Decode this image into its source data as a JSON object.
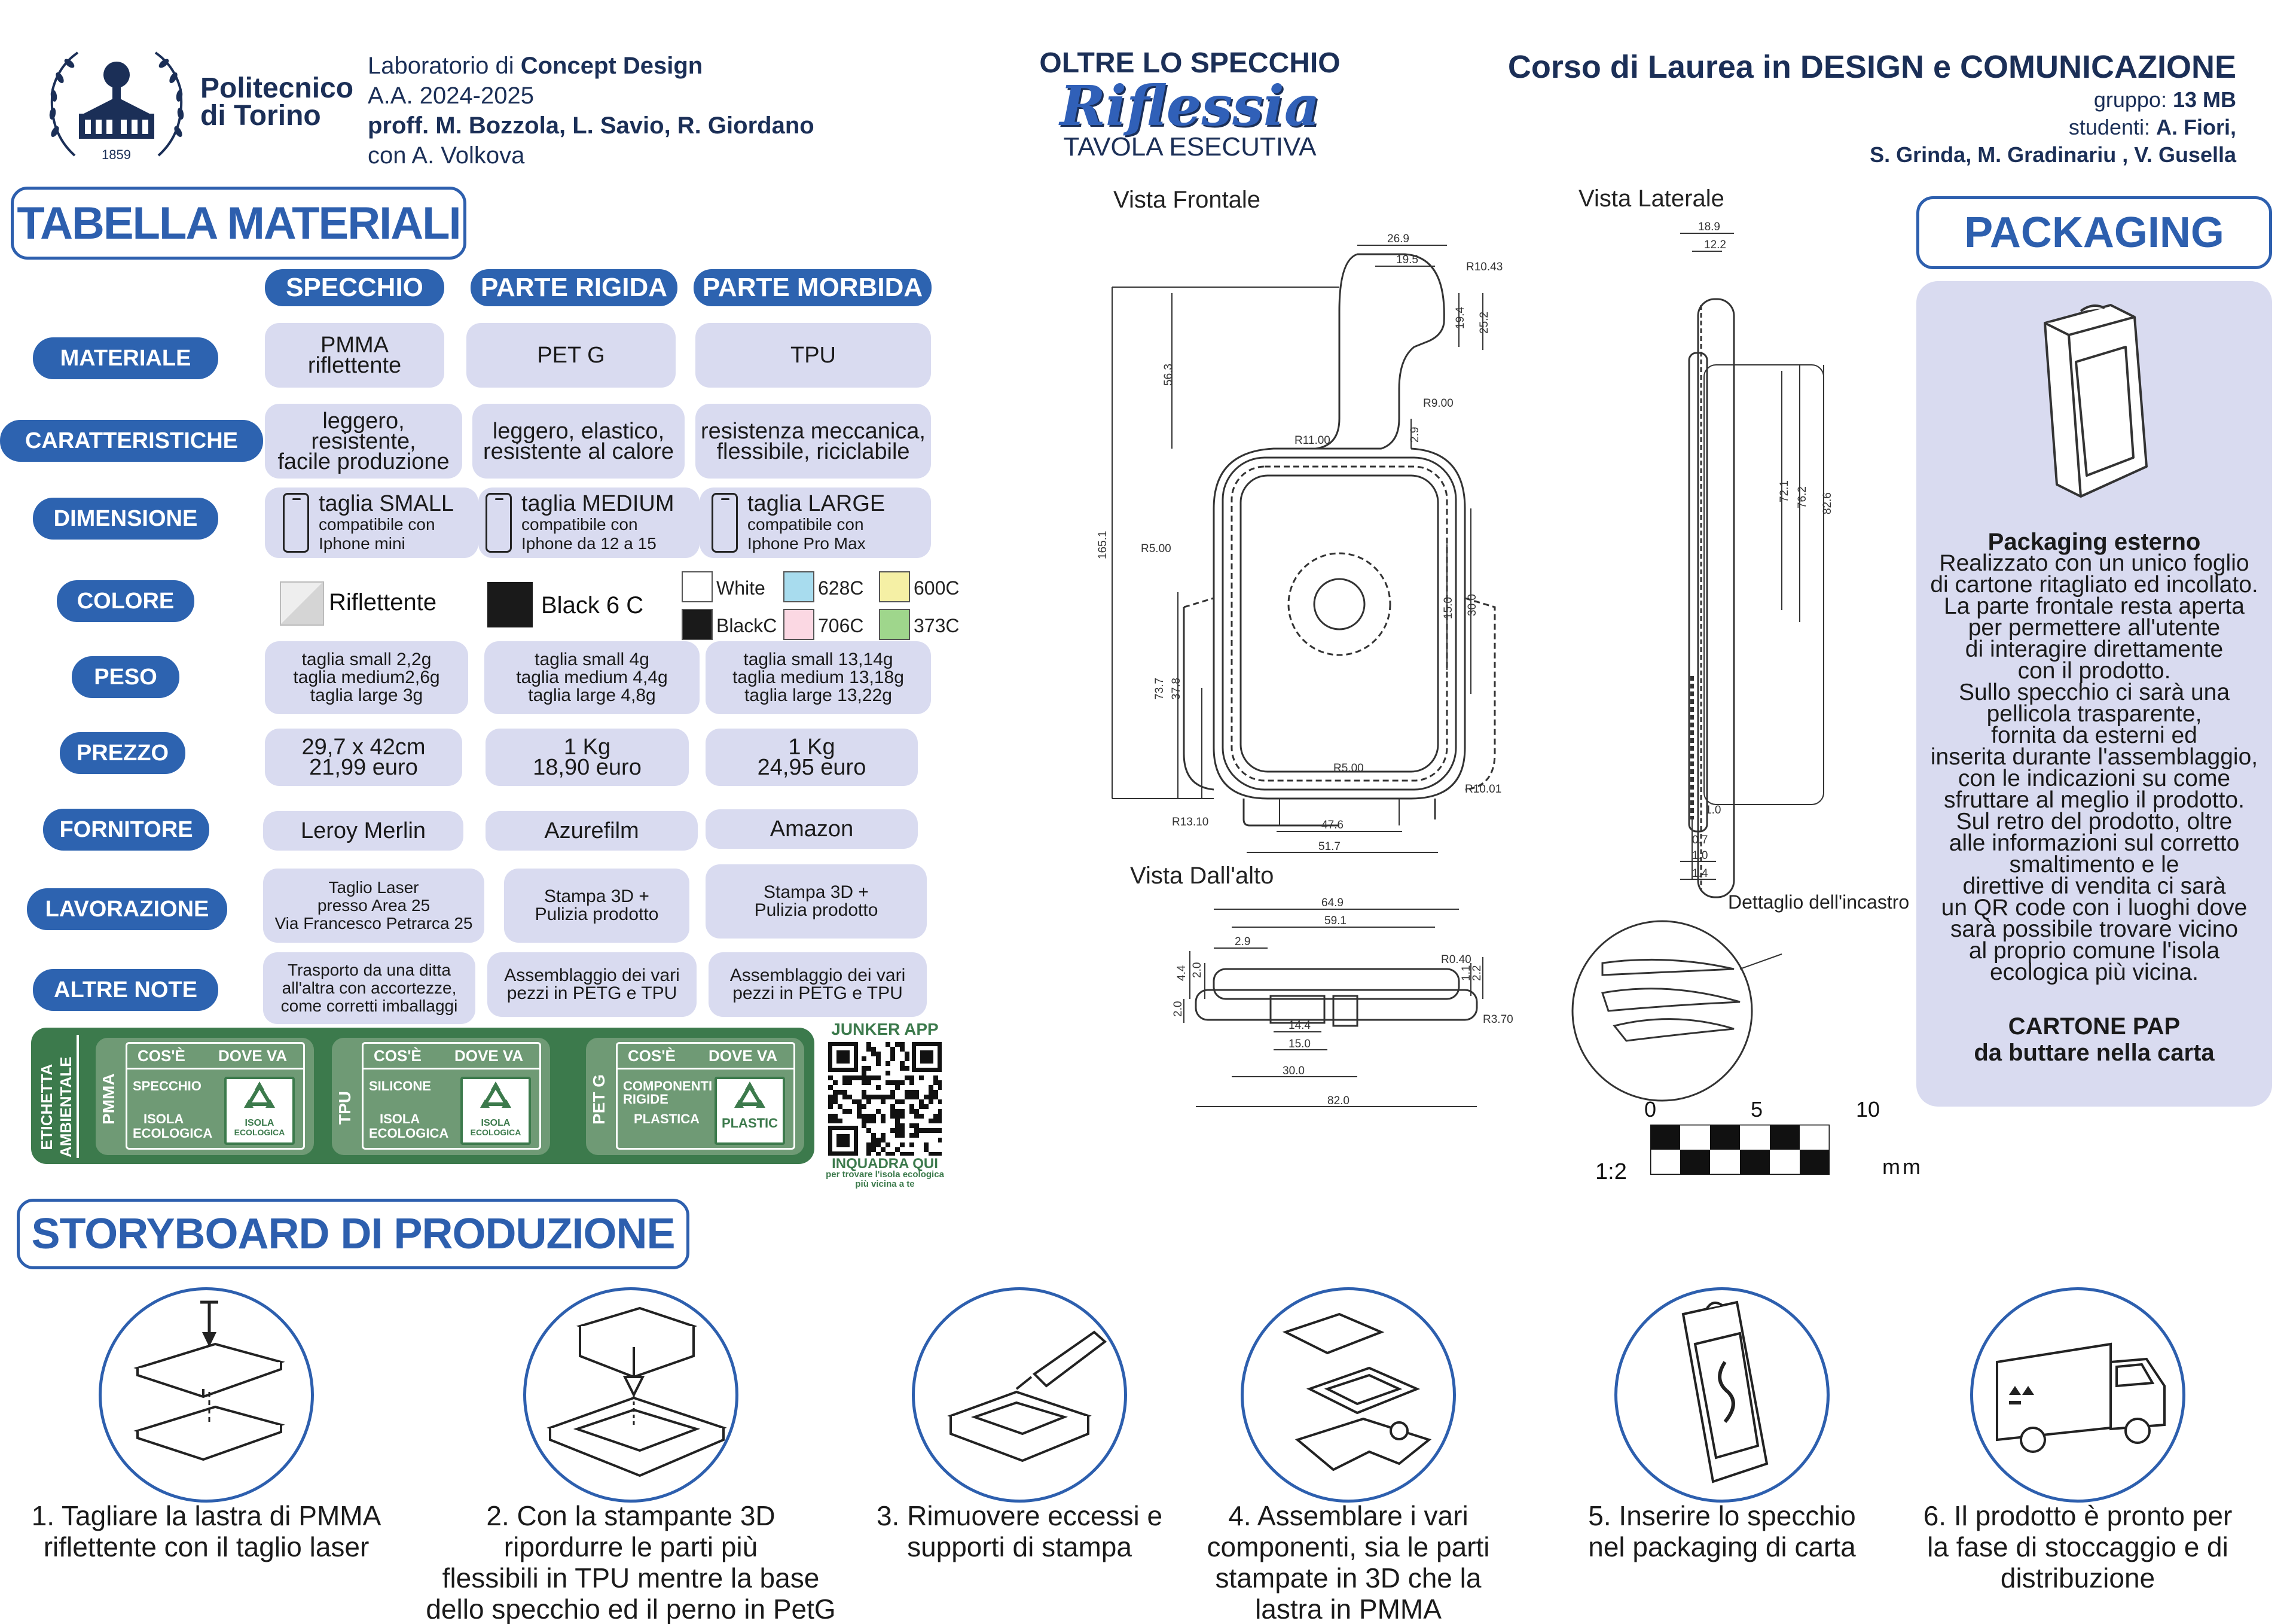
{
  "header": {
    "university_line1": "Politecnico",
    "university_line2": "di Torino",
    "seal_year": "1859",
    "lab_prefix": "Laboratorio di ",
    "lab_name": "Concept Design",
    "year": "A.A. 2024-2025",
    "profs": "proff. M. Bozzola, L. Savio, R. Giordano",
    "assistant": "con A. Volkova",
    "project_over": "OLTRE LO SPECCHIO",
    "project_name": "Riflessia",
    "project_sub": "TAVOLA ESECUTIVA",
    "course_prefix": "Corso di Laurea in ",
    "course_design": "DESIGN",
    "course_e": " e ",
    "course_com": "COMUNICAZIONE",
    "group_label": "gruppo: ",
    "group_value": "13 MB",
    "students_label": "studenti: ",
    "students_line1": "A. Fiori,",
    "students_line2": "S. Grinda, M. Gradinariu , V. Gusella"
  },
  "materials": {
    "title": "TABELLA MATERIALI",
    "columns": [
      "SPECCHIO",
      "PARTE RIGIDA",
      "PARTE MORBIDA"
    ],
    "rows": {
      "materiale": {
        "label": "MATERIALE",
        "cells": [
          "PMMA\nriflettente",
          "PET G",
          "TPU"
        ]
      },
      "caratteristiche": {
        "label": "CARATTERISTICHE",
        "cells": [
          "leggero,\nresistente,\nfacile produzione",
          "leggero, elastico,\nresistente al calore",
          "resistenza meccanica,\nflessibile, riciclabile"
        ]
      },
      "dimensione": {
        "label": "DIMENSIONE",
        "cells": [
          {
            "main": "taglia SMALL",
            "sub": "compatibile con\nIphone mini"
          },
          {
            "main": "taglia MEDIUM",
            "sub": "compatibile con\nIphone da 12 a 15"
          },
          {
            "main": "taglia LARGE",
            "sub": "compatibile con\nIphone Pro Max"
          }
        ]
      },
      "colore": {
        "label": "COLORE",
        "specchio": "Riflettente",
        "rigida": "Black 6 C",
        "morbida": [
          {
            "name": "White",
            "color": "#ffffff"
          },
          {
            "name": "628C",
            "color": "#a8dcee"
          },
          {
            "name": "600C",
            "color": "#f5f0a5"
          },
          {
            "name": "BlackC",
            "color": "#1a1a1a"
          },
          {
            "name": "706C",
            "color": "#fbd8e3"
          },
          {
            "name": "373C",
            "color": "#9fd68c"
          }
        ]
      },
      "peso": {
        "label": "PESO",
        "cells": [
          "taglia small 2,2g\ntaglia medium2,6g\ntaglia large 3g",
          "taglia small 4g\ntaglia medium 4,4g\ntaglia large 4,8g",
          "taglia small 13,14g\ntaglia medium 13,18g\ntaglia large 13,22g"
        ]
      },
      "prezzo": {
        "label": "PREZZO",
        "cells": [
          "29,7 x 42cm\n21,99 euro",
          "1 Kg\n18,90 euro",
          "1 Kg\n24,95 euro"
        ]
      },
      "fornitore": {
        "label": "FORNITORE",
        "cells": [
          "Leroy Merlin",
          "Azurefilm",
          "Amazon"
        ]
      },
      "lavorazione": {
        "label": "LAVORAZIONE",
        "cells": [
          "Taglio Laser\npresso Area 25\nVia Francesco Petrarca 25",
          "Stampa 3D +\nPulizia prodotto",
          "Stampa 3D +\nPulizia prodotto"
        ]
      },
      "altre_note": {
        "label": "ALTRE NOTE",
        "cells": [
          "Trasporto da una ditta\nall'altra con accortezze,\ncome corretti imballaggi",
          "Assemblaggio dei vari\npezzi in PETG e TPU",
          "Assemblaggio dei vari\npezzi in PETG e TPU"
        ]
      }
    }
  },
  "eco_label": {
    "side_line1": "ETICHETTA",
    "side_line2": "AMBIENTALE",
    "cards": [
      {
        "material": "PMMA",
        "cose": "COS'È",
        "dove": "DOVE VA",
        "item": "SPECCHIO",
        "dest_line1": "ISOLA",
        "dest_line2": "ECOLOGICA",
        "badge_line1": "ISOLA",
        "badge_line2": "ECOLOGICA"
      },
      {
        "material": "TPU",
        "cose": "COS'È",
        "dove": "DOVE VA",
        "item": "SILICONE",
        "dest_line1": "ISOLA",
        "dest_line2": "ECOLOGICA",
        "badge_line1": "ISOLA",
        "badge_line2": "ECOLOGICA"
      },
      {
        "material": "PET G",
        "cose": "COS'È",
        "dove": "DOVE VA",
        "item": "COMPONENTI RIGIDE",
        "dest_line1": "PLASTICA",
        "dest_line2": "",
        "badge_line1": "PLASTIC",
        "badge_line2": ""
      }
    ],
    "qr_title": "JUNKER APP",
    "qr_cta": "INQUADRA QUI",
    "qr_sub_line1": "per trovare l'isola ecologica",
    "qr_sub_line2": "più vicina a te"
  },
  "drawings": {
    "front_label": "Vista Frontale",
    "side_label": "Vista Laterale",
    "top_label": "Vista Dall'alto",
    "detail_label": "Dettaglio dell'incastro",
    "front_dims": {
      "d1": "26.9",
      "d2": "19.5",
      "r1": "R10.43",
      "d3": "19.4",
      "d4": "25.2",
      "d5": "56.3",
      "r2": "R9.00",
      "r3": "R11.00",
      "d6": "2.9",
      "r4": "R5.00",
      "d7": "165.1",
      "d8": "15.0",
      "d9": "30.0",
      "d10": "37.8",
      "d11": "73.7",
      "r5": "R5.00",
      "r6": "R10.01",
      "r7": "R13.10",
      "d12": "47.6",
      "d13": "51.7"
    },
    "side_dims": {
      "d1": "18.9",
      "d2": "12.2",
      "d3": "72.1",
      "d4": "76.2",
      "d5": "82.6",
      "d6": "1.0",
      "d7": "0.7",
      "d8": "1.0",
      "d9": "1.4"
    },
    "top_dims": {
      "d1": "64.9",
      "d2": "59.1",
      "d3": "2.9",
      "d4": "4.4",
      "d5": "2.0",
      "r1": "R0.40",
      "d6": "1.1",
      "d7": "2.2",
      "d8": "2.0",
      "d9": "14.4",
      "d10": "15.0",
      "r2": "R3.70",
      "d11": "30.0",
      "d12": "82.0"
    },
    "scale": {
      "t0": "0",
      "t5": "5",
      "t10": "10",
      "ratio": "1:2",
      "unit": "mm"
    }
  },
  "packaging": {
    "title": "PACKAGING",
    "heading": "Packaging esterno",
    "body": [
      "Realizzato con un unico foglio",
      "di cartone ritagliato ed incollato.",
      "La parte frontale resta aperta",
      "per permettere all'utente",
      "di interagire direttamente",
      "con il prodotto.",
      "Sullo specchio ci sarà una",
      "pellicola trasparente,",
      "fornita da esterni ed",
      "inserita durante l'assemblaggio,",
      "con le indicazioni su come",
      "sfruttare al meglio il prodotto.",
      "Sul retro del prodotto, oltre",
      "alle informazioni sul corretto",
      "smaltimento e le",
      "direttive di vendita ci sarà",
      "un QR code con i luoghi dove",
      "sarà possibile trovare vicino",
      "al proprio comune l'isola",
      "ecologica più vicina."
    ],
    "footer_line1": "CARTONE PAP",
    "footer_line2": "da buttare nella carta"
  },
  "storyboard": {
    "title": "STORYBOARD DI PRODUZIONE",
    "steps": [
      {
        "caption": "1. Tagliare la lastra di PMMA\nriflettente con il taglio laser"
      },
      {
        "caption": "2. Con la stampante 3D\nripordurre le parti più\nflessibili in TPU mentre la base\ndello specchio ed il perno in PetG"
      },
      {
        "caption": "3. Rimuovere eccessi e\nsupporti di stampa"
      },
      {
        "caption": "4. Assemblare i vari\ncomponenti, sia le parti\nstampate in 3D che la\nlastra in PMMA"
      },
      {
        "caption": "5. Inserire lo specchio\nnel packaging di carta"
      },
      {
        "caption": "6. Il prodotto è pronto per\nla fase di stoccaggio e di\ndistribuzione"
      }
    ]
  }
}
